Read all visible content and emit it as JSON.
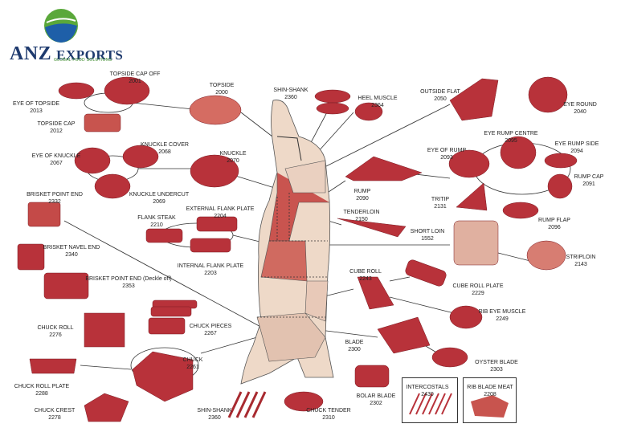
{
  "brand": {
    "name_a": "ANZ",
    "name_b": "EXPORTS",
    "tagline": "GLOBAL FOOD SOLUTIONS"
  },
  "cuts": [
    {
      "id": "topside-cap-off",
      "name": "TOPSIDE CAP OFF",
      "code": "2001"
    },
    {
      "id": "eye-of-topside",
      "name": "EYE OF TOPSIDE",
      "code": "2013"
    },
    {
      "id": "topside-cap",
      "name": "TOPSIDE CAP",
      "code": "2012"
    },
    {
      "id": "topside",
      "name": "TOPSIDE",
      "code": "2000"
    },
    {
      "id": "shin-shank-top",
      "name": "SHIN-SHANK",
      "code": "2360"
    },
    {
      "id": "heel-muscle",
      "name": "HEEL MUSCLE",
      "code": "2364"
    },
    {
      "id": "outside-flat",
      "name": "OUTSIDE FLAT",
      "code": "2050"
    },
    {
      "id": "eye-round",
      "name": "EYE ROUND",
      "code": "2040"
    },
    {
      "id": "eye-rump-centre",
      "name": "EYE RUMP CENTRE",
      "code": "2095"
    },
    {
      "id": "eye-rump-side",
      "name": "EYE RUMP SIDE",
      "code": "2094"
    },
    {
      "id": "eye-of-rump",
      "name": "EYE OF RUMP",
      "code": "2093"
    },
    {
      "id": "rump-cap",
      "name": "RUMP CAP",
      "code": "2091"
    },
    {
      "id": "rump",
      "name": "RUMP",
      "code": "2090"
    },
    {
      "id": "tritip",
      "name": "TRITIP",
      "code": "2131"
    },
    {
      "id": "rump-flap",
      "name": "RUMP FLAP",
      "code": "2096"
    },
    {
      "id": "knuckle-cover",
      "name": "KNUCKLE COVER",
      "code": "2068"
    },
    {
      "id": "knuckle",
      "name": "KNUCKLE",
      "code": "2070"
    },
    {
      "id": "eye-of-knuckle",
      "name": "EYE OF KNUCKLE",
      "code": "2067"
    },
    {
      "id": "knuckle-undercut",
      "name": "KNUCKLE UNDERCUT",
      "code": "2069"
    },
    {
      "id": "brisket-point-end",
      "name": "BRISKET POINT END",
      "code": "2332"
    },
    {
      "id": "flank-steak",
      "name": "FLANK STEAK",
      "code": "2210"
    },
    {
      "id": "external-flank-plate",
      "name": "EXTERNAL FLANK PLATE",
      "code": "2204"
    },
    {
      "id": "internal-flank-plate",
      "name": "INTERNAL FLANK PLATE",
      "code": "2203"
    },
    {
      "id": "tenderloin",
      "name": "TENDERLOIN",
      "code": "2150"
    },
    {
      "id": "short-loin",
      "name": "SHORT LOIN",
      "code": "1552"
    },
    {
      "id": "striploin",
      "name": "STRIPLOIN",
      "code": "2143"
    },
    {
      "id": "brisket-navel-end",
      "name": "BRISKET NAVEL END",
      "code": "2340"
    },
    {
      "id": "brisket-point-end-deckle-off",
      "name": "BRISKET POINT END (Deckle off)",
      "code": "2353"
    },
    {
      "id": "cube-roll",
      "name": "CUBE ROLL",
      "code": "2243"
    },
    {
      "id": "cube-roll-plate",
      "name": "CUBE ROLL PLATE",
      "code": "2229"
    },
    {
      "id": "rib-eye-muscle",
      "name": "RIB EYE MUSCLE",
      "code": "2249"
    },
    {
      "id": "chuck-roll",
      "name": "CHUCK ROLL",
      "code": "2276"
    },
    {
      "id": "chuck-pieces",
      "name": "CHUCK PIECES",
      "code": "2267"
    },
    {
      "id": "chuck",
      "name": "CHUCK",
      "code": "2261"
    },
    {
      "id": "blade",
      "name": "BLADE",
      "code": "2300"
    },
    {
      "id": "oyster-blade",
      "name": "OYSTER BLADE",
      "code": "2303"
    },
    {
      "id": "chuck-roll-plate",
      "name": "CHUCK ROLL PLATE",
      "code": "2288"
    },
    {
      "id": "bolar-blade",
      "name": "BOLAR BLADE",
      "code": "2302"
    },
    {
      "id": "intercostals",
      "name": "INTERCOSTALS",
      "code": "2430"
    },
    {
      "id": "rib-blade-meat",
      "name": "RIB BLADE MEAT",
      "code": "2208"
    },
    {
      "id": "chuck-crest",
      "name": "CHUCK CREST",
      "code": "2278"
    },
    {
      "id": "shin-shank-bottom",
      "name": "SHIN-SHANK",
      "code": "2360"
    },
    {
      "id": "chuck-tender",
      "name": "CHUCK TENDER",
      "code": "2310"
    }
  ],
  "colors": {
    "meat": "#b8323a",
    "meat_dark": "#8e1f28",
    "fat": "#f2dcd0",
    "carcass": "#eed9c8",
    "line": "#333333",
    "brand_blue": "#1e3a6e",
    "brand_green": "#3a8a2a"
  }
}
